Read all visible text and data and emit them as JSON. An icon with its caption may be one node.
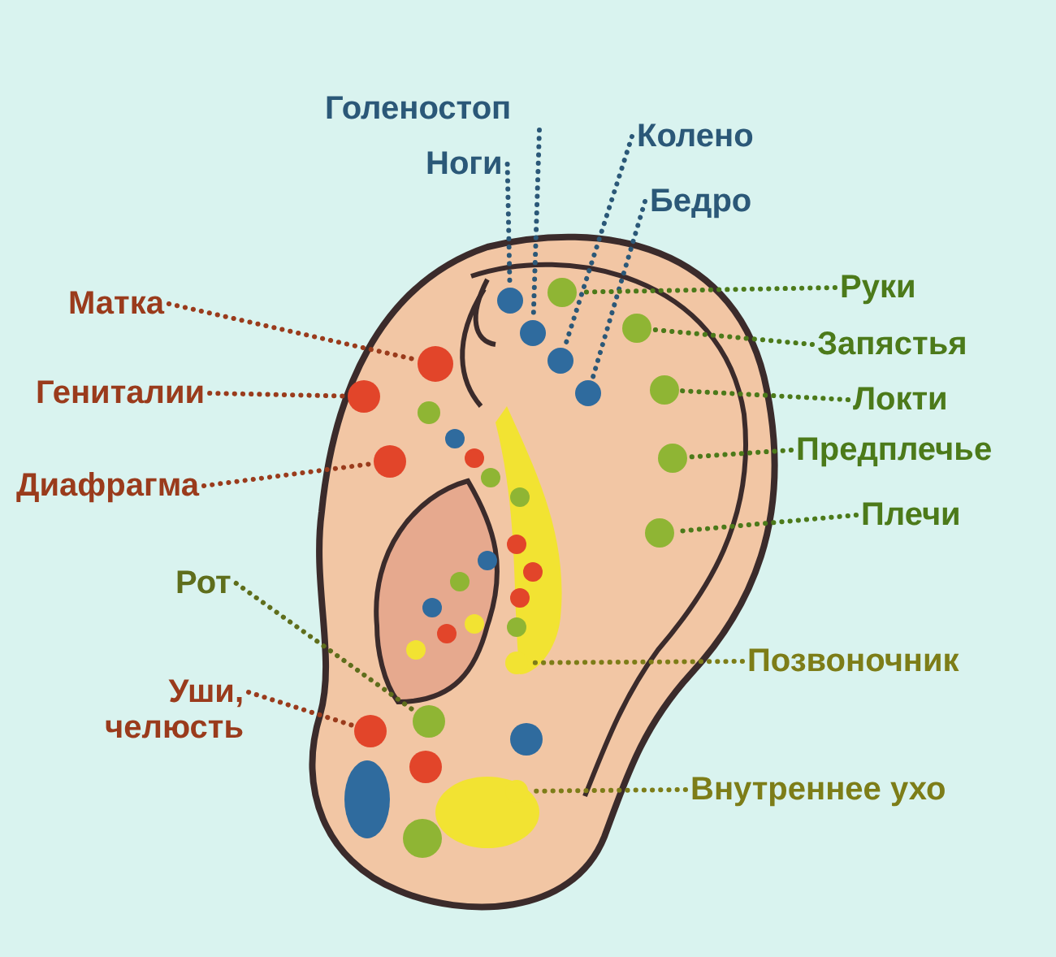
{
  "diagram": {
    "nodes": [
      {
        "text": [
          "Голеностоп"
        ]
      },
      {
        "text": [
          "Ноги"
        ]
      },
      {
        "text": [
          "Колено"
        ]
      },
      {
        "text": [
          "Бедро"
        ]
      },
      {
        "text": [
          "Матка"
        ]
      },
      {
        "text": [
          "Гениталии"
        ]
      },
      {
        "text": [
          "Диафрагма"
        ]
      },
      {
        "text": [
          "Рот"
        ]
      },
      {
        "text": [
          "Уши, челюсть"
        ]
      },
      {
        "text": [
          "Руки"
        ]
      },
      {
        "text": [
          "Запястья"
        ]
      },
      {
        "text": [
          "Локти"
        ]
      },
      {
        "text": [
          "Предплечье"
        ]
      },
      {
        "text": [
          "Плечи"
        ]
      },
      {
        "text": [
          "Позвоночник"
        ]
      },
      {
        "text": [
          "Внутреннее ухо"
        ]
      },
      {
        "text": [],
        "shape": "circle"
      },
      {
        "text": [],
        "shape": "circle"
      },
      {
        "text": [],
        "shape": "circle"
      },
      {
        "text": [],
        "shape": "circle"
      },
      {
        "text": [],
        "shape": "circle"
      },
      {
        "text": [],
        "shape": "circle"
      },
      {
        "text": [],
        "shape": "circle"
      },
      {
        "text": [],
        "shape": "circle"
      },
      {
        "text": [],
        "shape": "circle"
      },
      {
        "text": [],
        "shape": "circle"
      },
      {
        "text": [],
        "shape": "circle"
      },
      {
        "text": [],
        "shape": "circle"
      },
      {
        "text": [],
        "shape": "circle"
      },
      {
        "text": [],
        "shape": "circle"
      },
      {
        "text": [],
        "shape": "circle"
      },
      {
        "text": [],
        "shape": "circle"
      }
    ],
    "edges": [
      {
        "from": 0,
        "to": 16,
        "arrow": "none",
        "color": "#2b5878"
      },
      {
        "from": 1,
        "to": 17,
        "arrow": "none",
        "color": "#2b5878"
      },
      {
        "from": 2,
        "to": 18,
        "arrow": "none",
        "color": "#2b5878"
      },
      {
        "from": 3,
        "to": 19,
        "arrow": "none",
        "color": "#2b5878"
      },
      {
        "from": 4,
        "to": 20,
        "arrow": "none",
        "color": "#9a3b1c"
      },
      {
        "from": 5,
        "to": 21,
        "arrow": "none",
        "color": "#9a3b1c"
      },
      {
        "from": 6,
        "to": 22,
        "arrow": "none",
        "color": "#9a3b1c"
      },
      {
        "from": 7,
        "to": 23,
        "arrow": "none",
        "color": "#5f6e1c"
      },
      {
        "from": 8,
        "to": 24,
        "arrow": "none",
        "color": "#9a3b1c"
      },
      {
        "from": 9,
        "to": 25,
        "arrow": "none",
        "color": "#4c7a1a"
      },
      {
        "from": 10,
        "to": 26,
        "arrow": "none",
        "color": "#4c7a1a"
      },
      {
        "from": 11,
        "to": 27,
        "arrow": "none",
        "color": "#4c7a1a"
      },
      {
        "from": 12,
        "to": 28,
        "arrow": "none",
        "color": "#4c7a1a"
      },
      {
        "from": 13,
        "to": 29,
        "arrow": "none",
        "color": "#4c7a1a"
      },
      {
        "from": 14,
        "to": 30,
        "arrow": "none",
        "color": "#7d7d18"
      },
      {
        "from": 15,
        "to": 31,
        "arrow": "none",
        "color": "#7d7d18"
      }
    ]
  }
}
